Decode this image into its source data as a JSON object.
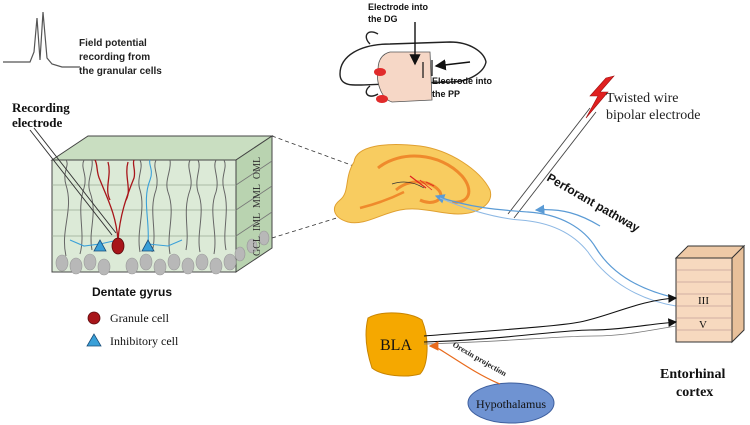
{
  "field_potential": {
    "line1": "Field potential",
    "line2": "recording from",
    "line3": "the granular cells"
  },
  "recording_electrode": {
    "line1": "Recording",
    "line2": "electrode"
  },
  "layers": [
    "OML",
    "MML",
    "IML",
    "GCL"
  ],
  "dentate_gyrus_label": "Dentate gyrus",
  "legend": {
    "granule_cell": "Granule cell",
    "inhibitory_cell": "Inhibitory cell"
  },
  "electrodes": {
    "dg_line1": "Electrode into",
    "dg_line2": "the DG",
    "pp_line1": "Electrode into",
    "pp_line2": "the PP"
  },
  "twisted_wire": {
    "line1": "Twisted wire",
    "line2": "bipolar electrode"
  },
  "perforant_pathway": "Perforant pathway",
  "entorhinal": {
    "layer3": "III",
    "layer5": "V",
    "label_line1": "Entorhinal",
    "label_line2": "cortex"
  },
  "bla": "BLA",
  "hypothalamus": "Hypothalamus",
  "orexin_projection": "Orexin projection",
  "colors": {
    "granule_cell": "#a8151a",
    "inhibitory_cell": "#3aa0d8",
    "bla_fill": "#f5a800",
    "hypothalamus_fill": "#6f93d2",
    "hippocampus_fill": "#f8cc60",
    "hippocampus_stroke": "#ef8a2c",
    "box_fill": "#dcead7",
    "entorhinal_fill": "#f7d9bf",
    "bolt": "#e02020",
    "orexin_arrow": "#e86a1c",
    "pathway_blue": "#5b9bd5"
  }
}
